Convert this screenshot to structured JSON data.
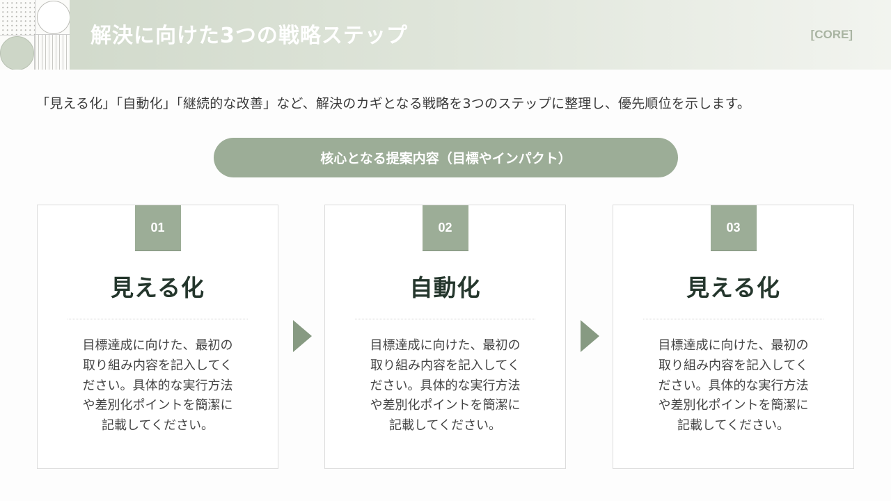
{
  "header": {
    "title": "解決に向けた3つの戦略ステップ",
    "tag": "[CORE]"
  },
  "subtitle": "「見える化」「自動化」「継続的な改善」など、解決のカギとなる戦略を3つのステップに整理し、優先順位を示します。",
  "pill": {
    "label": "核心となる提案内容（目標やインパクト）"
  },
  "colors": {
    "accent": "#9cad97",
    "arrow": "#879a82",
    "title_text": "#24362c",
    "header_gradient_start": "#cfd8c9",
    "header_gradient_end": "#f2f4ef"
  },
  "steps": [
    {
      "number": "01",
      "title": "見える化",
      "body_lines": [
        "目標達成に向けた、最初の",
        "取り組み内容を記入してく",
        "ださい。具体的な実行方法",
        "や差別化ポイントを簡潔に",
        "記載してください。"
      ]
    },
    {
      "number": "02",
      "title": "自動化",
      "body_lines": [
        "目標達成に向けた、最初の",
        "取り組み内容を記入してく",
        "ださい。具体的な実行方法",
        "や差別化ポイントを簡潔に",
        "記載してください。"
      ]
    },
    {
      "number": "03",
      "title": "見える化",
      "body_lines": [
        "目標達成に向けた、最初の",
        "取り組み内容を記入してく",
        "ださい。具体的な実行方法",
        "や差別化ポイントを簡潔に",
        "記載してください。"
      ]
    }
  ],
  "icons": {
    "arrow": "triangle-right-icon"
  }
}
